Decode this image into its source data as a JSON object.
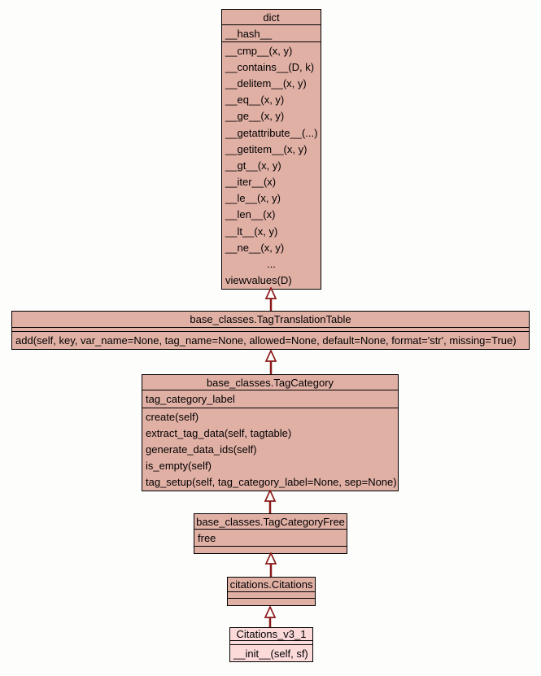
{
  "diagram": {
    "type": "uml-class-inheritance",
    "classes": {
      "dict": {
        "title": "dict",
        "attributes": [
          "__hash__"
        ],
        "methods": [
          "__cmp__(x, y)",
          "__contains__(D, k)",
          "__delitem__(x, y)",
          "__eq__(x, y)",
          "__ge__(x, y)",
          "__getattribute__(...)",
          "__getitem__(x, y)",
          "__gt__(x, y)",
          "__iter__(x)",
          "__le__(x, y)",
          "__len__(x)",
          "__lt__(x, y)",
          "__ne__(x, y)",
          "...",
          "viewvalues(D)"
        ]
      },
      "tag_translation_table": {
        "title": "base_classes.TagTranslationTable",
        "attributes": [],
        "methods": [
          "add(self, key, var_name=None, tag_name=None, allowed=None, default=None, format='str', missing=True)"
        ]
      },
      "tag_category": {
        "title": "base_classes.TagCategory",
        "attributes": [
          "tag_category_label"
        ],
        "methods": [
          "create(self)",
          "extract_tag_data(self, tagtable)",
          "generate_data_ids(self)",
          "is_empty(self)",
          "tag_setup(self, tag_category_label=None, sep=None)"
        ]
      },
      "tag_category_free": {
        "title": "base_classes.TagCategoryFree",
        "attributes": [
          "free"
        ],
        "methods": []
      },
      "citations": {
        "title": "citations.Citations",
        "attributes": [],
        "methods": []
      },
      "citations_v3_1": {
        "title": "Citations_v3_1",
        "attributes": [],
        "methods": [
          "__init__(self, sf)"
        ]
      }
    },
    "inheritance": [
      {
        "child": "base_classes.TagTranslationTable",
        "parent": "dict"
      },
      {
        "child": "base_classes.TagCategory",
        "parent": "base_classes.TagTranslationTable"
      },
      {
        "child": "base_classes.TagCategoryFree",
        "parent": "base_classes.TagCategory"
      },
      {
        "child": "citations.Citations",
        "parent": "base_classes.TagCategoryFree"
      },
      {
        "child": "Citations_v3_1",
        "parent": "citations.Citations"
      }
    ]
  },
  "colors": {
    "bg": "#fdfdfb",
    "box-fill": "#e1b0a5",
    "box-fill-light": "#fcdada",
    "box-border": "#000000",
    "arrow": "#8b1a1a",
    "text": "#000000"
  }
}
